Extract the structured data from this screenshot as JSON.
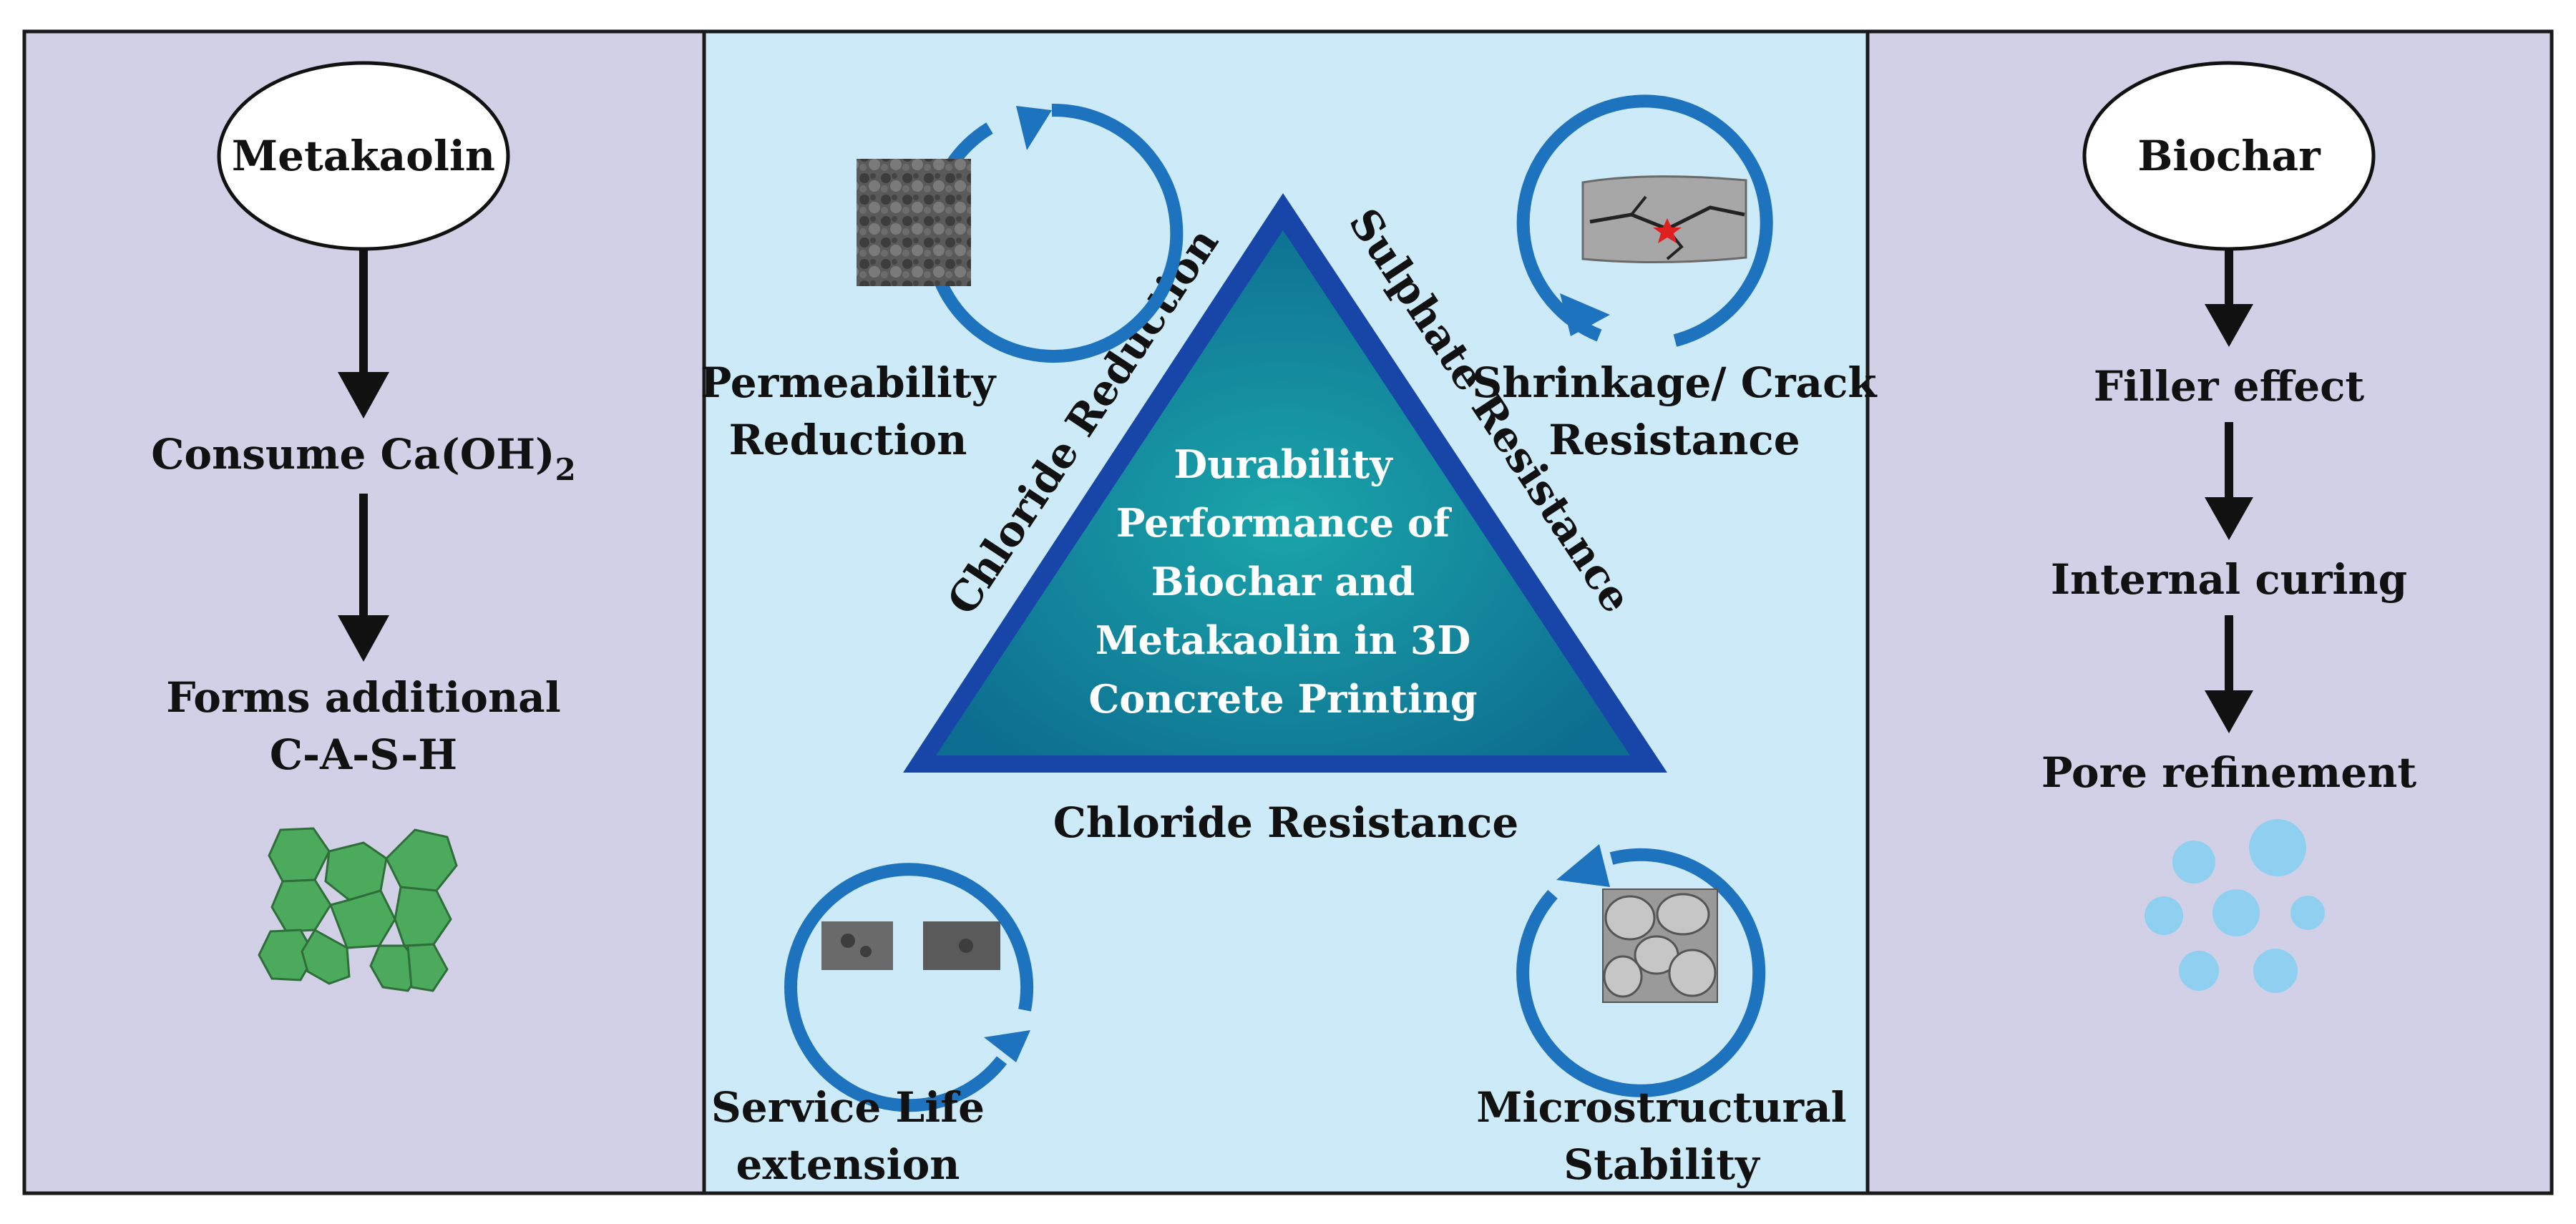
{
  "colors": {
    "side_panel": "#d2d0e6",
    "center_panel": "#cdeaf9",
    "border": "#1a1a1a",
    "ring_blue": "#1e73be",
    "triangle_outer": "#1746a8",
    "triangle_inner": "#0f8f9b",
    "hex_green": "#4caa5c",
    "pore_blue": "#8fd0f0"
  },
  "left_panel": {
    "title": "Metakaolin",
    "step1_main": "Consume Ca(OH)",
    "step1_sub": "2",
    "step2_line1": "Forms additional",
    "step2_line2": "C-A-S-H",
    "icon": "hexagon-cluster-icon"
  },
  "center_panel": {
    "triangle_text": [
      "Durability",
      "Performance of",
      "Biochar and",
      "Metakaolin  in 3D",
      "Concrete Printing"
    ],
    "left_edge_label": "Chloride Reduction",
    "right_edge_label": "Sulphate Resistance",
    "bottom_label": "Chloride Resistance",
    "top_left": {
      "line1": "Permeability",
      "line2": "Reduction",
      "icon": "sem-texture-icon"
    },
    "top_right": {
      "line1": "Shrinkage/ Crack",
      "line2": "Resistance",
      "icon": "cracked-slab-icon"
    },
    "bottom_left": {
      "line1": "Service Life",
      "line2": "extension",
      "icon": "concrete-blocks-icon"
    },
    "bottom_right": {
      "line1": "Microstructural",
      "line2": "Stability",
      "icon": "cell-structure-icon"
    }
  },
  "right_panel": {
    "title": "Biochar",
    "steps": [
      "Filler effect",
      "Internal curing",
      "Pore refinement"
    ],
    "icon": "pore-bubbles-icon"
  }
}
